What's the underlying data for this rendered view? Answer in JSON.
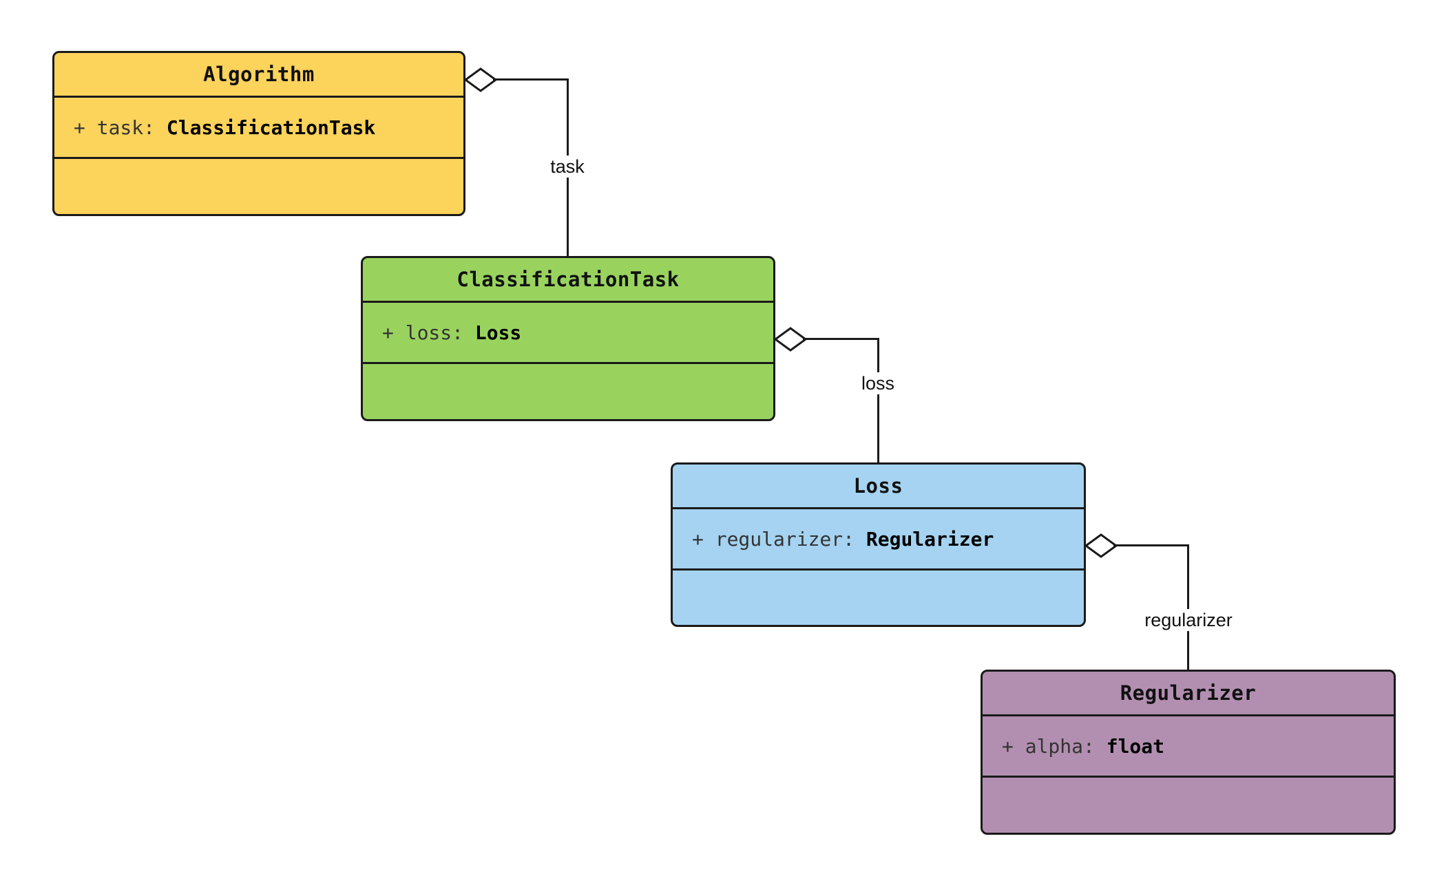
{
  "classes": {
    "algorithm": {
      "title": "Algorithm",
      "attribute": {
        "prefix": "+ task: ",
        "type": "ClassificationTask"
      },
      "fill": "#FCD35B"
    },
    "classificationTask": {
      "title": "ClassificationTask",
      "attribute": {
        "prefix": "+ loss: ",
        "type": "Loss"
      },
      "fill": "#99D35E"
    },
    "loss": {
      "title": "Loss",
      "attribute": {
        "prefix": "+ regularizer: ",
        "type": "Regularizer"
      },
      "fill": "#A5D3F1"
    },
    "regularizer": {
      "title": "Regularizer",
      "attribute": {
        "prefix": "+ alpha: ",
        "type": "float"
      },
      "fill": "#B28FB0"
    }
  },
  "edges": {
    "task": {
      "label": "task",
      "kind": "aggregation"
    },
    "loss": {
      "label": "loss",
      "kind": "aggregation"
    },
    "regularizer": {
      "label": "regularizer",
      "kind": "aggregation"
    }
  },
  "colors": {
    "stroke": "#1a1a1a",
    "diamond_fill": "#ffffff",
    "background": "#ffffff"
  }
}
